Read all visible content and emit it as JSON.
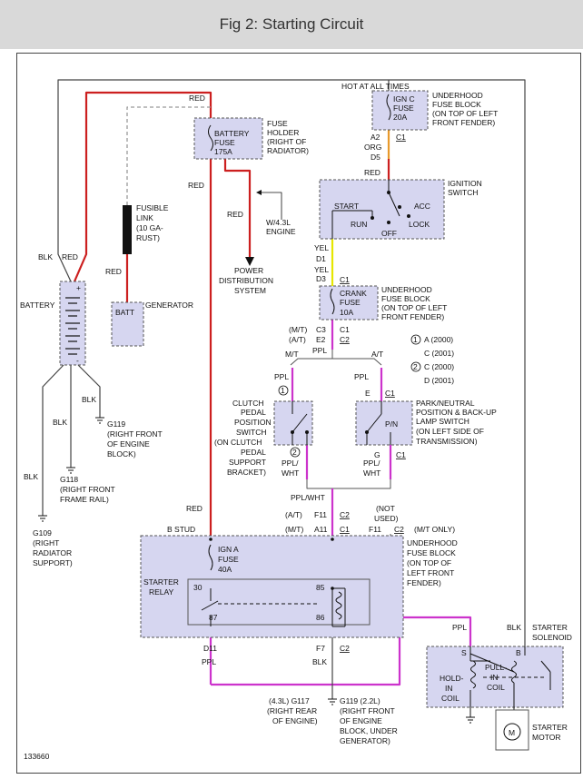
{
  "title": "Fig 2: Starting Circuit",
  "figure_number": "133660",
  "colors": {
    "red_wire": "#cc1f1f",
    "ppl_wire": "#cc33cc",
    "yel_wire": "#e6e600",
    "org_wire": "#e89a2c",
    "component_fill": "#d6d6f0",
    "component_border": "#555555"
  },
  "labels": {
    "hot_at_all_times": "HOT AT ALL TIMES",
    "red": "RED",
    "blk": "BLK",
    "ppl": "PPL",
    "yel": "YEL",
    "org": "ORG",
    "ppl_wht": "PPL/WHT",
    "ppl_wht_stack": [
      "PPL/",
      "WHT"
    ],
    "mt": "M/T",
    "at": "A/T",
    "mt_paren": "(M/T)",
    "at_paren": "(A/T)",
    "not_used": [
      "(NOT",
      "USED)"
    ],
    "mt_only": "(M/T ONLY)",
    "b_stud": "B STUD",
    "w43l": [
      "W/4.3L",
      "ENGINE"
    ],
    "power_distribution": [
      "POWER",
      "DISTRIBUTION",
      "SYSTEM"
    ]
  },
  "connectors": {
    "a2": "A2",
    "d5": "D5",
    "c1": "C1",
    "c2": "C2",
    "c3": "C3",
    "d1": "D1",
    "d3": "D3",
    "e2": "E2",
    "e": "E",
    "g": "G",
    "f11": "F11",
    "a11": "A11",
    "d11": "D11",
    "f7": "F7",
    "s": "S",
    "b": "B",
    "circle1": "1",
    "circle2": "2"
  },
  "notes": {
    "n1a": "A (2000)",
    "n1c": "C (2001)",
    "n2c": "C (2000)",
    "n2d": "D (2001)"
  },
  "components": {
    "battery": "BATTERY",
    "battery_fuse": [
      "BATTERY",
      "FUSE",
      "175A"
    ],
    "fuse_holder": [
      "FUSE",
      "HOLDER",
      "(RIGHT OF",
      "RADIATOR)"
    ],
    "fusible_link": [
      "FUSIBLE",
      "LINK",
      "(10 GA-",
      "RUST)"
    ],
    "generator": "GENERATOR",
    "batt": "BATT",
    "ign_c_fuse": [
      "IGN C",
      "FUSE",
      "20A"
    ],
    "underhood_top": [
      "UNDERHOOD",
      "FUSE BLOCK",
      "(ON TOP OF LEFT",
      "FRONT FENDER)"
    ],
    "ignition_switch": [
      "IGNITION",
      "SWITCH"
    ],
    "switch_positions": {
      "start": "START",
      "run": "RUN",
      "acc": "ACC",
      "lock": "LOCK",
      "off": "OFF"
    },
    "crank_fuse": [
      "CRANK",
      "FUSE",
      "10A"
    ],
    "underhood_crank": [
      "UNDERHOOD",
      "FUSE BLOCK",
      "(ON TOP OF LEFT",
      "FRONT FENDER)"
    ],
    "clutch_switch": [
      "CLUTCH",
      "PEDAL",
      "POSITION",
      "SWITCH",
      "(ON CLUTCH",
      "PEDAL",
      "SUPPORT",
      "BRACKET)"
    ],
    "pn_switch": [
      "PARK/NEUTRAL",
      "POSITION & BACK-UP",
      "LAMP SWITCH",
      "(ON LEFT SIDE OF",
      "TRANSMISSION)"
    ],
    "pn": "P/N",
    "ign_a_fuse": [
      "IGN A",
      "FUSE",
      "40A"
    ],
    "starter_relay": [
      "STARTER",
      "RELAY"
    ],
    "relay_pins": {
      "p30": "30",
      "p85": "85",
      "p87": "87",
      "p86": "86"
    },
    "underhood_bottom": [
      "UNDERHOOD",
      "FUSE BLOCK",
      "(ON TOP OF",
      "LEFT FRONT",
      "FENDER)"
    ],
    "starter_solenoid": [
      "STARTER",
      "SOLENOID"
    ],
    "hold_in_coil": [
      "HOLD-",
      "IN",
      "COIL"
    ],
    "pull_in_coil": [
      "PULL-",
      "IN",
      "COIL"
    ],
    "starter_motor": [
      "STARTER",
      "MOTOR"
    ],
    "motor_symbol": "M"
  },
  "grounds": {
    "g119_front": [
      "G119",
      "(RIGHT FRONT",
      "OF ENGINE",
      "BLOCK)"
    ],
    "g118": [
      "G118",
      "(RIGHT FRONT",
      "FRAME RAIL)"
    ],
    "g109": [
      "G109",
      "(RIGHT",
      "RADIATOR",
      "SUPPORT)"
    ],
    "g117": [
      "(4.3L) G117",
      "(RIGHT REAR",
      "OF ENGINE)"
    ],
    "g119_gen": [
      "G119 (2.2L)",
      "(RIGHT FRONT",
      "OF ENGINE",
      "BLOCK, UNDER",
      "GENERATOR)"
    ]
  }
}
